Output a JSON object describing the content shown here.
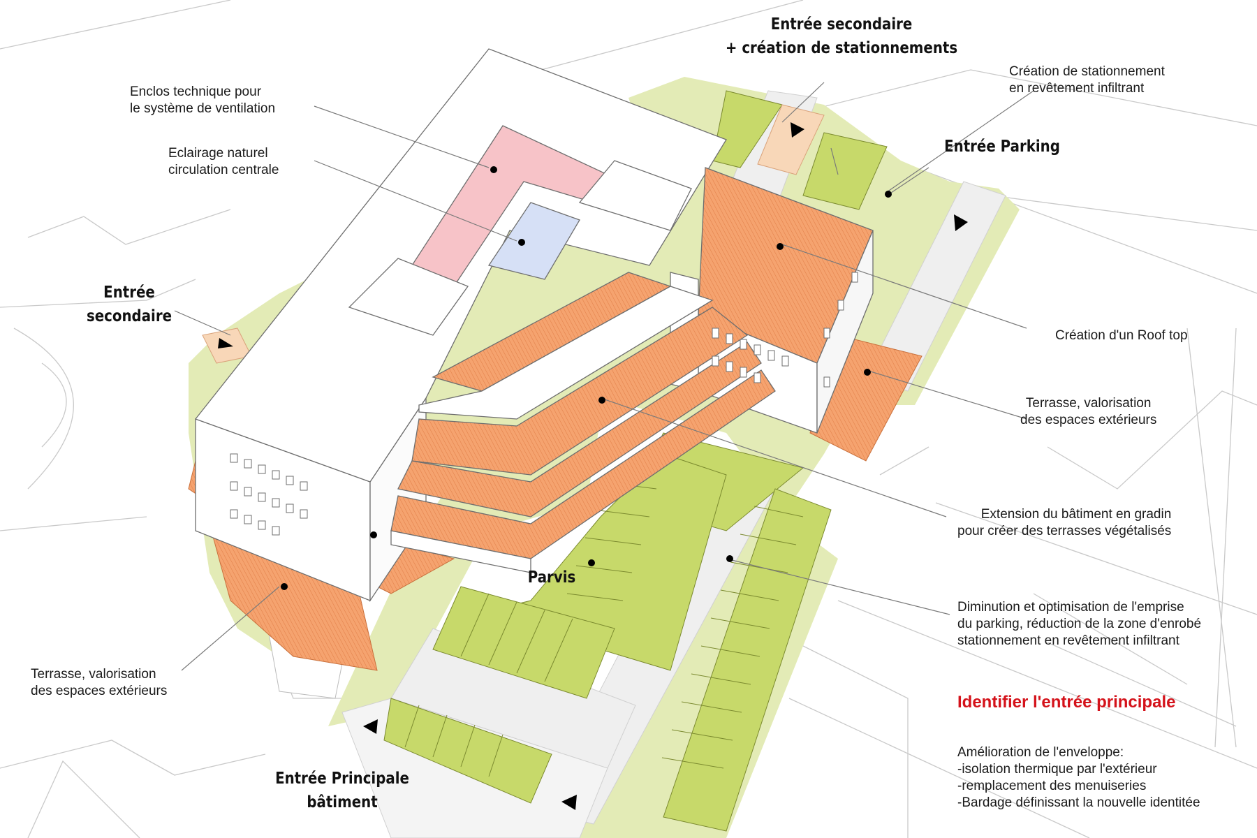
{
  "labels": {
    "entree_secondaire_top": [
      "Entrée secondaire",
      "+ création de stationnements"
    ],
    "creation_stationnement": [
      "Création de stationnement",
      "en revêtement infiltrant"
    ],
    "entree_parking": "Entrée Parking",
    "enclos_technique": [
      "Enclos technique pour",
      "le système de ventilation"
    ],
    "eclairage_naturel": [
      "Eclairage naturel",
      "circulation centrale"
    ],
    "entree_secondaire_left": [
      "Entrée",
      "secondaire"
    ],
    "roof_top": "Création d'un Roof top",
    "terrasse_right": [
      "Terrasse, valorisation",
      "des espaces extérieurs"
    ],
    "extension": [
      "Extension du bâtiment en gradin",
      "pour créer des terrasses végétalisés"
    ],
    "parvis": "Parvis",
    "diminution": [
      "Diminution et optimisation de l'emprise",
      "du parking, réduction de la zone d'enrobé",
      "stationnement en revêtement infiltrant"
    ],
    "terrasse_left": [
      "Terrasse, valorisation",
      "des espaces extérieurs"
    ],
    "identifier": "Identifier l'entrée principale",
    "amelioration": [
      "Amélioration de l'enveloppe:",
      "-isolation thermique par l'extérieur",
      "-remplacement des menuiseries",
      "-Bardage définissant la nouvelle identitée"
    ],
    "entree_principale": [
      "Entrée Principale",
      "bâtiment"
    ]
  },
  "colors": {
    "green_light": "#e3ebb6",
    "green_parking": "#c7d96a",
    "orange_terrace": "#f5a36f",
    "orange_entry": "#f8d7b8",
    "pink_enclosure": "#f7c3c8",
    "blue_light": "#d6e0f6",
    "road_grey": "#efefef",
    "accent_red": "#d4121a"
  }
}
